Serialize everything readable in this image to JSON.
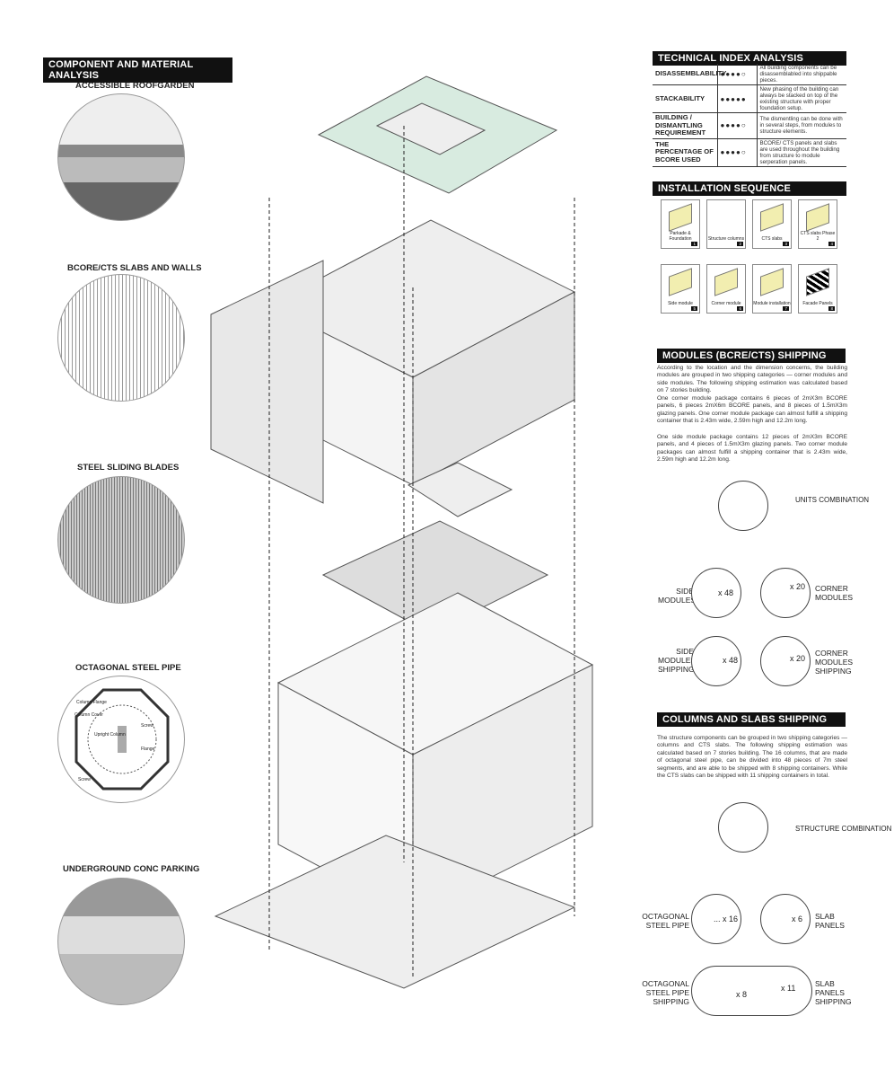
{
  "left": {
    "header": "COMPONENT AND MATERIAL ANALYSIS",
    "labels": [
      "ACCESSIBLE ROOFGARDEN",
      "BCORE/CTS SLABS AND WALLS",
      "STEEL SLIDING BLADES",
      "OCTAGONAL STEEL PIPE",
      "UNDERGROUND CONC PARKING"
    ],
    "pipe_labels": [
      "Column Flange",
      "Column Cover",
      "Screw",
      "Upright Column",
      "Flange",
      "Screw"
    ]
  },
  "technical": {
    "title": "TECHNICAL INDEX ANALYSIS",
    "rows": [
      {
        "key": "DISASSEMBLABILITY",
        "rating": "●●●●○",
        "text": "All building components can be disassemblabled into shippable pieces."
      },
      {
        "key": "STACKABILITY",
        "rating": "●●●●●",
        "text": "New phasing of the building can always be stacked on top of the existing structure with proper foundation setup."
      },
      {
        "key": "BUILDING / DISMANTLING REQUIREMENT",
        "rating": "●●●●○",
        "text": "The dismentling can be done with in several steps, from modules to structure elements."
      },
      {
        "key": "THE PERCENTAGE OF BCORE USED",
        "rating": "●●●●○",
        "text": "BCORE/ CTS panels and slabs are used throughout the building from structure to module serperation panels."
      }
    ]
  },
  "installation": {
    "title": "INSTALLATION SEQUENCE",
    "steps": [
      {
        "label": "Parkade & Foundation",
        "num": "1"
      },
      {
        "label": "Structure columns",
        "num": "2"
      },
      {
        "label": "CTS slabs",
        "num": "3"
      },
      {
        "label": "CTS slabs Phase 2",
        "num": "4"
      },
      {
        "label": "Side module",
        "num": "5"
      },
      {
        "label": "Corner module",
        "num": "6"
      },
      {
        "label": "Module installation",
        "num": "7"
      },
      {
        "label": "Facade Panels",
        "num": "8"
      }
    ]
  },
  "modules": {
    "title": "MODULES  (BCRE/CTS) SHIPPING",
    "paragraphs": [
      "According to the location and the dimension concerns, the building modules are grouped in two shipping categories — corner modules and side modules. The following shipping estimation was calculated based on 7 stories building.",
      "One corner module package contains 6 pieces of 2mX3m BCORE panels, 6 pieces 2mX6m BCORE panels, and 8 pieces of 1.5mX3m glazing panels. One corner module package can almost fulfill a shipping container that is 2.43m wide, 2.59m high and 12.2m long.",
      "One side module package contains 12 pieces of 2mX3m BCORE panels, and 4 pieces of 1.5mX3m glazing panels. Two corner module packages can almost fulfill a shipping container that is 2.43m wide, 2.59m high and 12.2m long."
    ],
    "units": "UNITS COMBINATION",
    "side": "SIDE MODULES",
    "side_count": "x 48",
    "corner": "CORNER MODULES",
    "corner_count": "x 20",
    "side_ship": "SIDE MODULES SHIPPING",
    "side_ship_count": "x 48",
    "corner_ship": "CORNER MODULES SHIPPING",
    "corner_ship_count": "x 20"
  },
  "columns": {
    "title": "COLUMNS AND SLABS SHIPPING",
    "paragraph": "The structure components can be grouped in two shipping categories — columns and CTS slabs. The following shipping estimation was calculated based on 7 stories building. The 16 columns, that are made of octagonal steel pipe, can be divided into 48 pieces of 7m steel segments, and are able to be shipped with 8 shipping containers. While the CTS slabs can be shipped with 11 shipping containers in total.",
    "structure": "STRUCTURE COMBINATION",
    "pipe": "OCTAGONAL STEEL PIPE",
    "pipe_count": "... x 16",
    "slab": "SLAB PANELS",
    "slab_count": "x 6",
    "pipe_ship": "OCTAGONAL STEEL PIPE SHIPPING",
    "pipe_ship_count": "x 8",
    "slab_ship": "SLAB PANELS SHIPPING",
    "slab_ship_count": "x 11"
  }
}
